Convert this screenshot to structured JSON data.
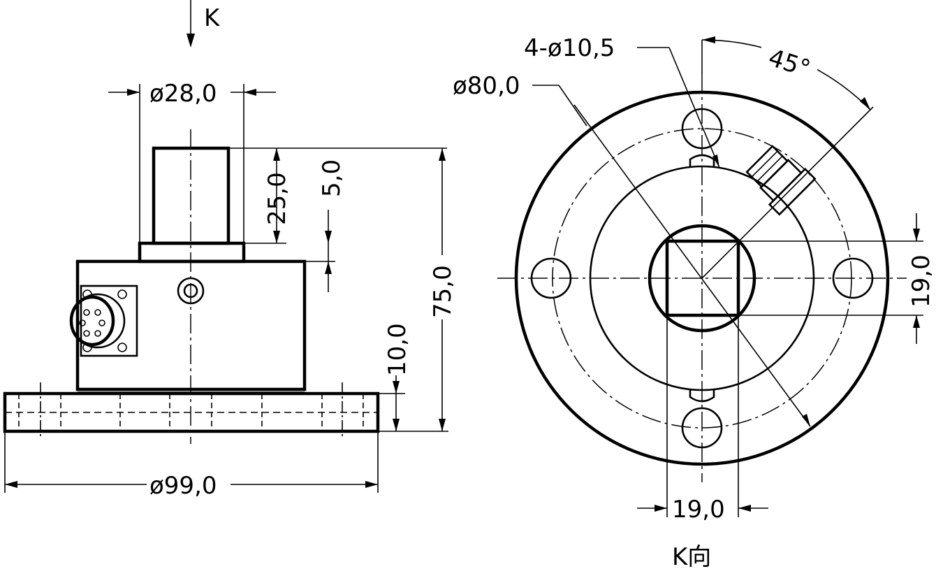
{
  "view_marker": "K",
  "side_view": {
    "dim_shaft_diameter": "ø28,0",
    "dim_shaft_height": "25,0",
    "dim_step": "5,0",
    "dim_total_height": "75,0",
    "dim_base_thickness": "10,0",
    "dim_base_diameter": "ø99,0"
  },
  "k_view": {
    "dim_holes": "4-ø10,5",
    "dim_bolt_circle": "ø80,0",
    "dim_angle": "45°",
    "dim_square_height": "19,0",
    "dim_square_width": "19,0",
    "caption": "K向"
  }
}
